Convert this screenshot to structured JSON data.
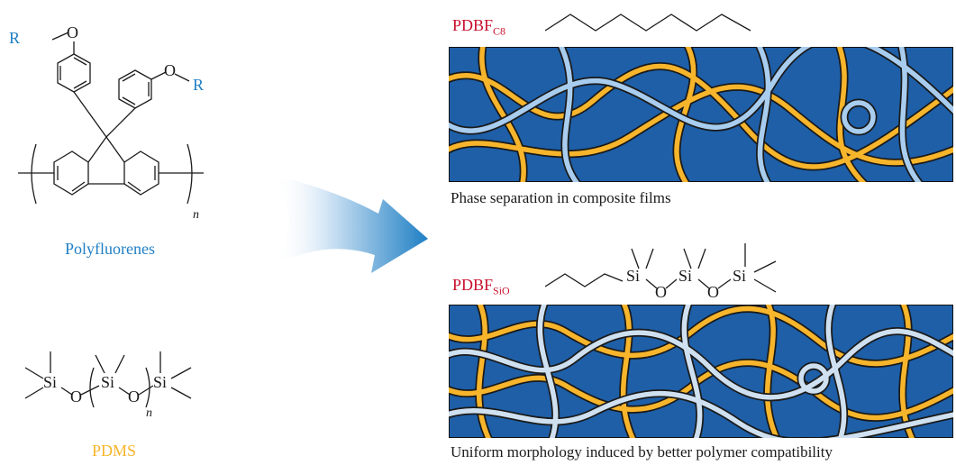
{
  "colors": {
    "polyfluorene_label": "#1f7fc4",
    "pdms_label": "#f7b52c",
    "pdbf_label": "#c8102e",
    "film_background": "#1e5fa8",
    "chain_yellow": "#f7b52c",
    "chain_lightblue": "#a9cdef",
    "arrow_gradient_end": "#1f7fc4"
  },
  "polyfluorene": {
    "label": "Polyfluorenes",
    "substituent_left": "R",
    "substituent_right": "R",
    "oxygen_left": "O",
    "oxygen_right": "O",
    "repeat_index": "n"
  },
  "pdms": {
    "label": "PDMS",
    "si_1": "Si",
    "si_2": "Si",
    "si_3": "Si",
    "o_1": "O",
    "o_2": "O",
    "repeat_index": "n"
  },
  "top_panel": {
    "name": "PDBF",
    "subscript": "C8",
    "caption": "Phase separation in composite films"
  },
  "bottom_panel": {
    "name": "PDBF",
    "subscript": "SiO",
    "si_1": "Si",
    "si_2": "Si",
    "si_3": "Si",
    "o_1": "O",
    "o_2": "O",
    "caption": "Uniform morphology induced by better polymer compatibility"
  }
}
